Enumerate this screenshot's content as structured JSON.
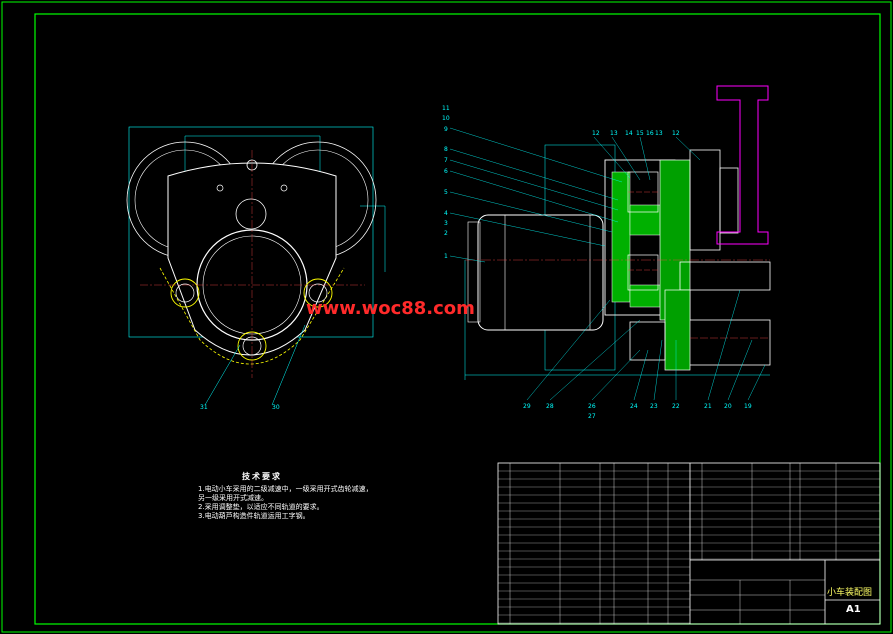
{
  "drawing": {
    "title": "小车装配图",
    "sheet_size": "A1",
    "watermark": "www.woc88.com",
    "colors": {
      "background": "#000000",
      "frame": "#00ff00",
      "outline": "#ffffff",
      "dimension": "#00ffff",
      "hidden": "#ffff00",
      "rail": "#ff00ff",
      "section": "#00c000"
    }
  },
  "notes": {
    "heading": "技术要求",
    "items": [
      "1.电动小车采用的二级减速中，一级采用开式齿轮减速，另一级采用开式减速。",
      "2.采用调整垫，以适应不同轨道的要求。",
      "3.电动葫芦构造件轨道运用工字钢。"
    ]
  },
  "view_labels": {
    "left_view": [
      "31",
      "30"
    ],
    "right_top": [
      "12",
      "13",
      "14",
      "15",
      "16",
      "13",
      "12"
    ],
    "right_left": [
      "11",
      "10",
      "9",
      "8",
      "7",
      "6",
      "5",
      "4",
      "3",
      "2",
      "1"
    ],
    "right_bottom": [
      "29",
      "28",
      "26",
      "27",
      "24",
      "23",
      "22",
      "21",
      "20",
      "19"
    ]
  },
  "icons": [
    "drawing-frame",
    "title-block",
    "parts-list"
  ]
}
